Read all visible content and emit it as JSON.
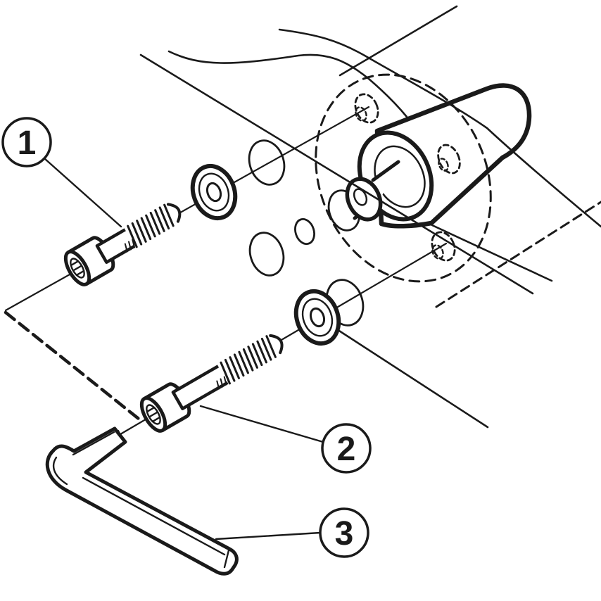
{
  "figure": {
    "type": "exploded-assembly-diagram",
    "bg": "#ffffff",
    "ink": "#1a1a1a"
  },
  "callouts": [
    {
      "label": "1",
      "part": "upper-socket-head-bolt"
    },
    {
      "label": "2",
      "part": "lower-socket-head-bolt"
    },
    {
      "label": "3",
      "part": "hex-wrench"
    }
  ]
}
